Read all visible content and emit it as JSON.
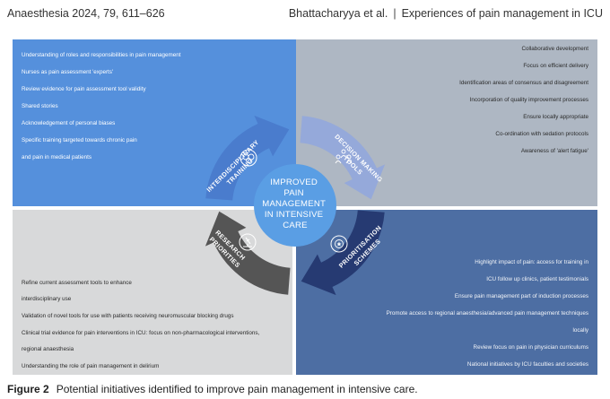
{
  "header": {
    "journal": "Anaesthesia 2024, 79, 611–626",
    "authors": "Bhattacharyya et al.",
    "separator": "|",
    "short_title": "Experiences of pain management in ICU"
  },
  "figure": {
    "center_lines": [
      "IMPROVED",
      "PAIN",
      "MANAGEMENT",
      "IN INTENSIVE",
      "CARE"
    ],
    "quadrants": {
      "top_left": {
        "label_lines": [
          "INTERDISCIPLINARY",
          "TRAINING"
        ],
        "icon": "brain-icon",
        "items": [
          "Understanding of roles and responsibilities in pain management",
          "Nurses as pain assessment 'experts'",
          "Review evidence for pain assessment tool validity",
          "Shared stories",
          "Acknowledgement of personal biases",
          "Specific training targeted towards chronic pain",
          "and pain in medical patients"
        ]
      },
      "top_right": {
        "label_lines": [
          "DECISION MAKING",
          "TOOLS"
        ],
        "icon": "people-icon",
        "items": [
          "Collaborative development",
          "Focus on efficient delivery",
          "Identification areas of consensus and disagreement",
          "Incorporation of quality improvement processes",
          "Ensure locally appropriate",
          "Co-ordination with sedation protocols",
          "Awareness of 'alert fatigue'"
        ]
      },
      "bottom_left": {
        "label_lines": [
          "RESEARCH",
          "PRIORITIES"
        ],
        "icon": "microscope-icon",
        "items": [
          "Refine current assessment tools to enhance",
          "interdisciplinary use",
          "Validation of novel tools for use with patients receiving neuromuscular blocking drugs",
          "Clinical trial evidence for pain interventions in ICU: focus on non-pharmacological interventions,",
          "regional anaesthesia",
          "Understanding the role of pain management in delirium"
        ]
      },
      "bottom_right": {
        "label_lines": [
          "PRIORITISATION",
          "SCHEMES"
        ],
        "icon": "badge-icon",
        "items": [
          "Highlight impact of pain: access for training in",
          "ICU follow up clinics, patient testimonials",
          "Ensure pain management part of induction processes",
          "Promote access to regional anaesthesia/advanced pain management techniques",
          "locally",
          "Review focus on pain in physician curriculums",
          "National initiatives by ICU faculties and societies"
        ]
      }
    },
    "colors": {
      "top_left_panel": "#5590dc",
      "top_right_panel": "#aeb7c3",
      "bottom_left_panel": "#d8d9da",
      "bottom_right_panel": "#4d6ea3",
      "arc_top_left": "#4a7ccd",
      "arc_top_right": "#95a9da",
      "arc_bottom_left": "#555555",
      "arc_bottom_right": "#263a72",
      "center_circle": "#5a9ee4"
    }
  },
  "caption": {
    "label": "Figure 2",
    "text": "Potential initiatives identified to improve pain management in intensive care."
  }
}
